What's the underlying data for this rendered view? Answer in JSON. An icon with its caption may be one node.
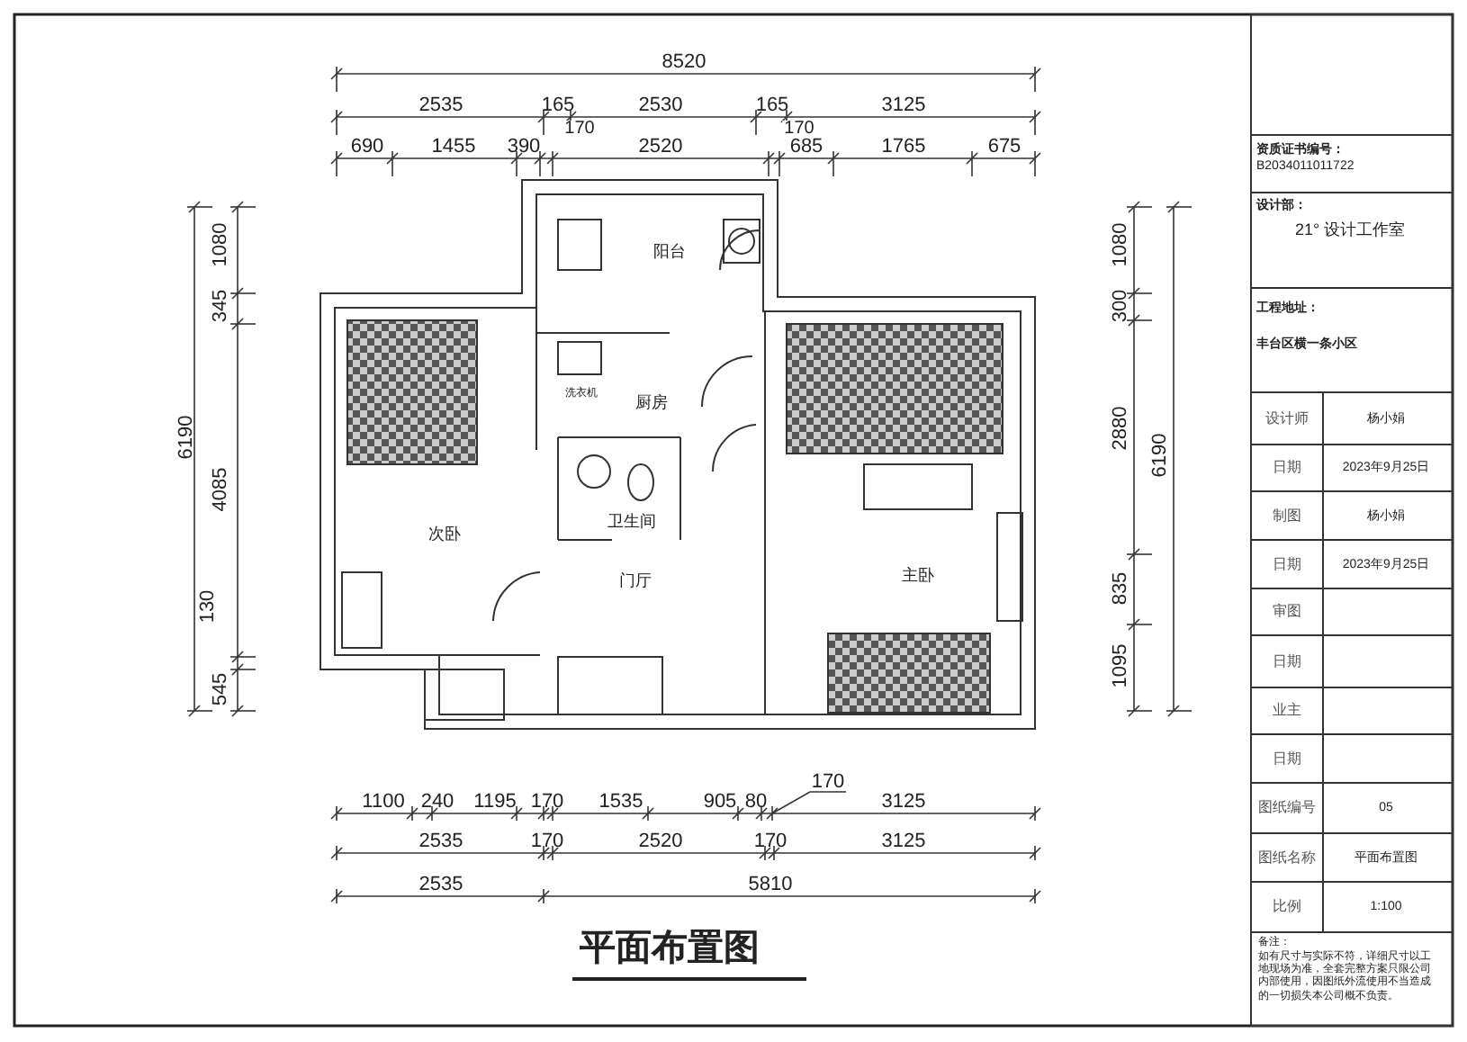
{
  "diagram": {
    "title": "平面布置图",
    "labels": [
      "8520",
      "2535",
      "165",
      "2530",
      "165",
      "3125",
      "170",
      "170",
      "690",
      "1455",
      "390",
      "2520",
      "685",
      "1765",
      "675",
      "1080",
      "345",
      "6190",
      "4085",
      "130",
      "545",
      "阳台",
      "洗衣机",
      "厨房",
      "卫生间",
      "次卧",
      "门厅",
      "主卧",
      "1080",
      "300",
      "2880",
      "6190",
      "835",
      "1095",
      "170",
      "1100",
      "240",
      "1195",
      "170",
      "1535",
      "905",
      "80",
      "3125",
      "2535",
      "170",
      "2520",
      "170",
      "3125",
      "2535",
      "5810",
      "资质证书编号：",
      "B2034011011722",
      "设计部：",
      "21° 设计工作室",
      "工程地址：",
      "丰台区横一条小区",
      "设计师",
      "杨小娟",
      "日期",
      "2023年9月25日",
      "制图",
      "杨小娟",
      "日期",
      "2023年9月25日",
      "审图",
      "日期",
      "业主",
      "日期",
      "图纸编号",
      "05",
      "图纸名称",
      "平面布置图",
      "比例",
      "1:100",
      "备注：",
      "如有尺寸与实际不符，详细尺寸以工地现场为准，全套完整方案只限公司内部使用，因图纸外流使用不当造成的一切损失本公司概不负责。"
    ]
  }
}
